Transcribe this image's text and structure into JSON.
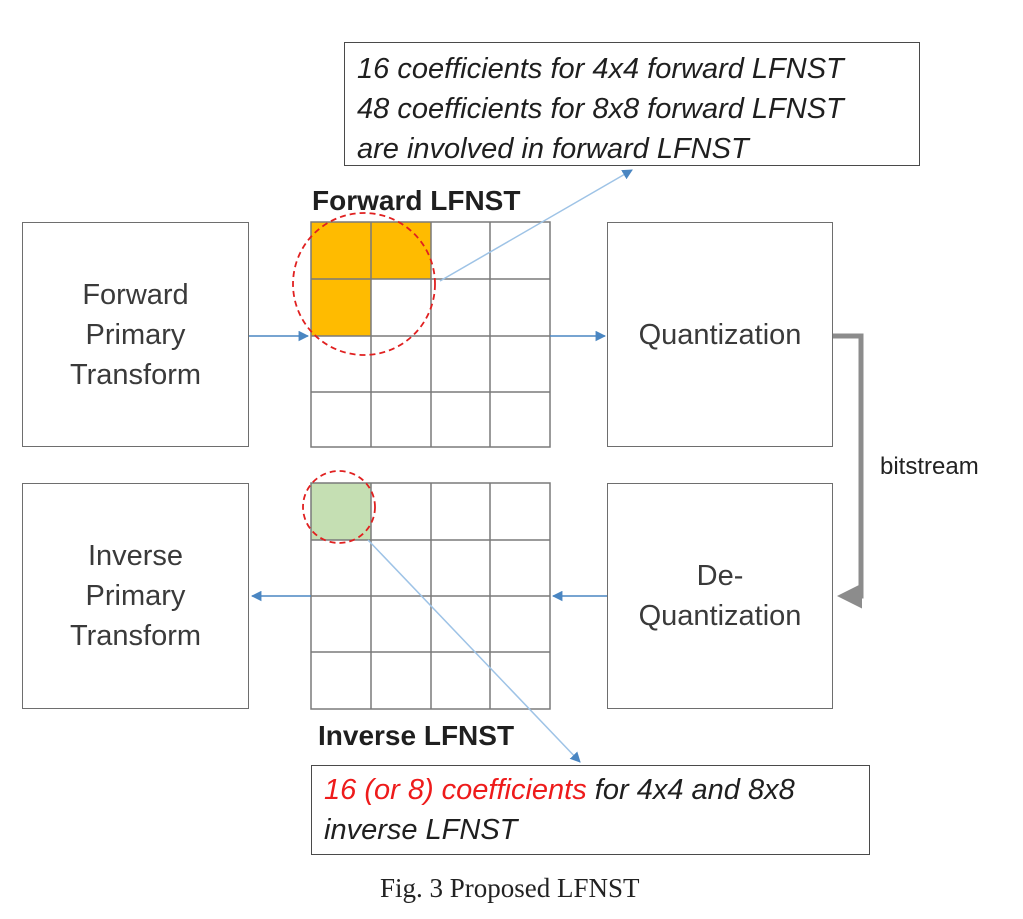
{
  "forward_note": {
    "lines": [
      "16 coefficients for 4x4 forward LFNST",
      "48 coefficients for 8x8 forward LFNST",
      "are involved in forward LFNST"
    ]
  },
  "inverse_note": {
    "red_part": "16 (or 8) coefficients",
    "rest_line1": " for 4x4 and 8x8",
    "line2": "inverse LFNST"
  },
  "labels": {
    "forward_lfnst": "Forward LFNST",
    "inverse_lfnst": "Inverse LFNST",
    "bitstream": "bitstream"
  },
  "blocks": {
    "forward_primary": [
      "Forward",
      "Primary",
      "Transform"
    ],
    "inverse_primary": [
      "Inverse",
      "Primary",
      "Transform"
    ],
    "quantization": [
      "Quantization"
    ],
    "dequantization": [
      "De-",
      "Quantization"
    ]
  },
  "caption": "Fig. 3  Proposed LFNST",
  "colors": {
    "forward_coeff_fill": "#ffbb00",
    "inverse_coeff_fill": "#c5dfb3",
    "arrow_blue": "#4a86c2",
    "arrow_gray": "#8c8c8c",
    "circle_red": "#e02020"
  }
}
